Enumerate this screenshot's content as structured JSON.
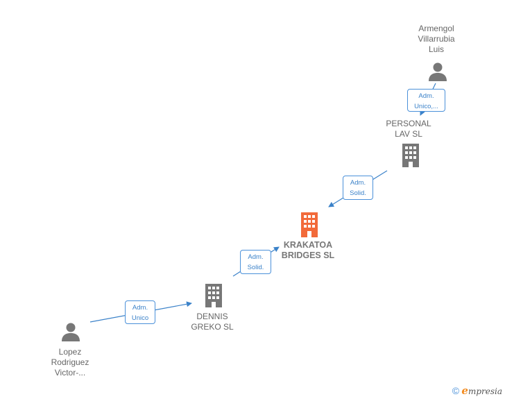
{
  "nodes": {
    "armengol": {
      "label": "Armengol\nVillarrubia\nLuis",
      "kind": "person"
    },
    "personal_lav": {
      "label": "PERSONAL\nLAV  SL",
      "kind": "company"
    },
    "krakatoa": {
      "label": "KRAKATOA\nBRIDGES  SL",
      "kind": "company-main"
    },
    "dennis_greko": {
      "label": "DENNIS\nGREKO  SL",
      "kind": "company"
    },
    "lopez": {
      "label": "Lopez\nRodriguez\nVictor-...",
      "kind": "person"
    }
  },
  "edges": {
    "armengol_personal": "Adm.\nUnico,...",
    "personal_krakatoa": "Adm.\nSolid.",
    "dennis_krakatoa": "Adm.\nSolid.",
    "lopez_dennis": "Adm.\nUnico"
  },
  "footer": {
    "copyright": "©",
    "brand_initial": "e",
    "brand_rest": "mpresia"
  },
  "colors": {
    "main_company": "#f26a3a",
    "node": "#777777",
    "edge": "#3b82c9"
  }
}
